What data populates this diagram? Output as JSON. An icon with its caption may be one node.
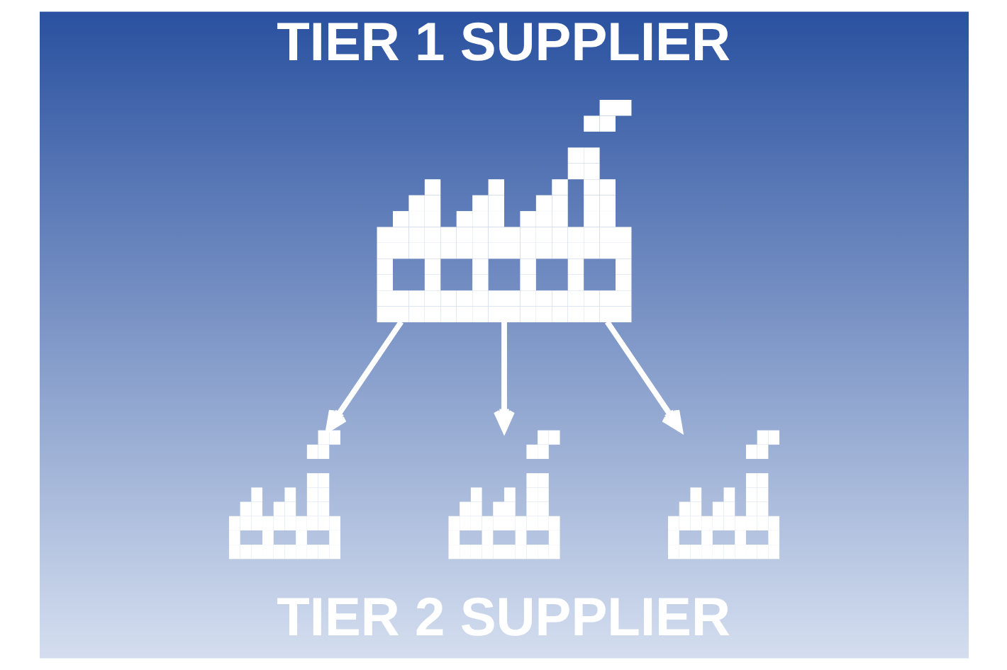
{
  "diagram": {
    "nodes": [
      {
        "text": [
          "TIER 1 SUPPLIER"
        ]
      },
      {
        "text": [],
        "shape": "picture"
      },
      {
        "text": [],
        "shape": "picture"
      },
      {
        "text": [],
        "shape": "picture"
      }
    ],
    "edges": [
      {
        "from": 0,
        "to": 1,
        "arrow": "to"
      },
      {
        "from": 0,
        "to": 2,
        "arrow": "to"
      },
      {
        "from": 0,
        "to": 3,
        "arrow": "to"
      }
    ],
    "labels": [
      "TIER 2 SUPPLIER"
    ]
  }
}
